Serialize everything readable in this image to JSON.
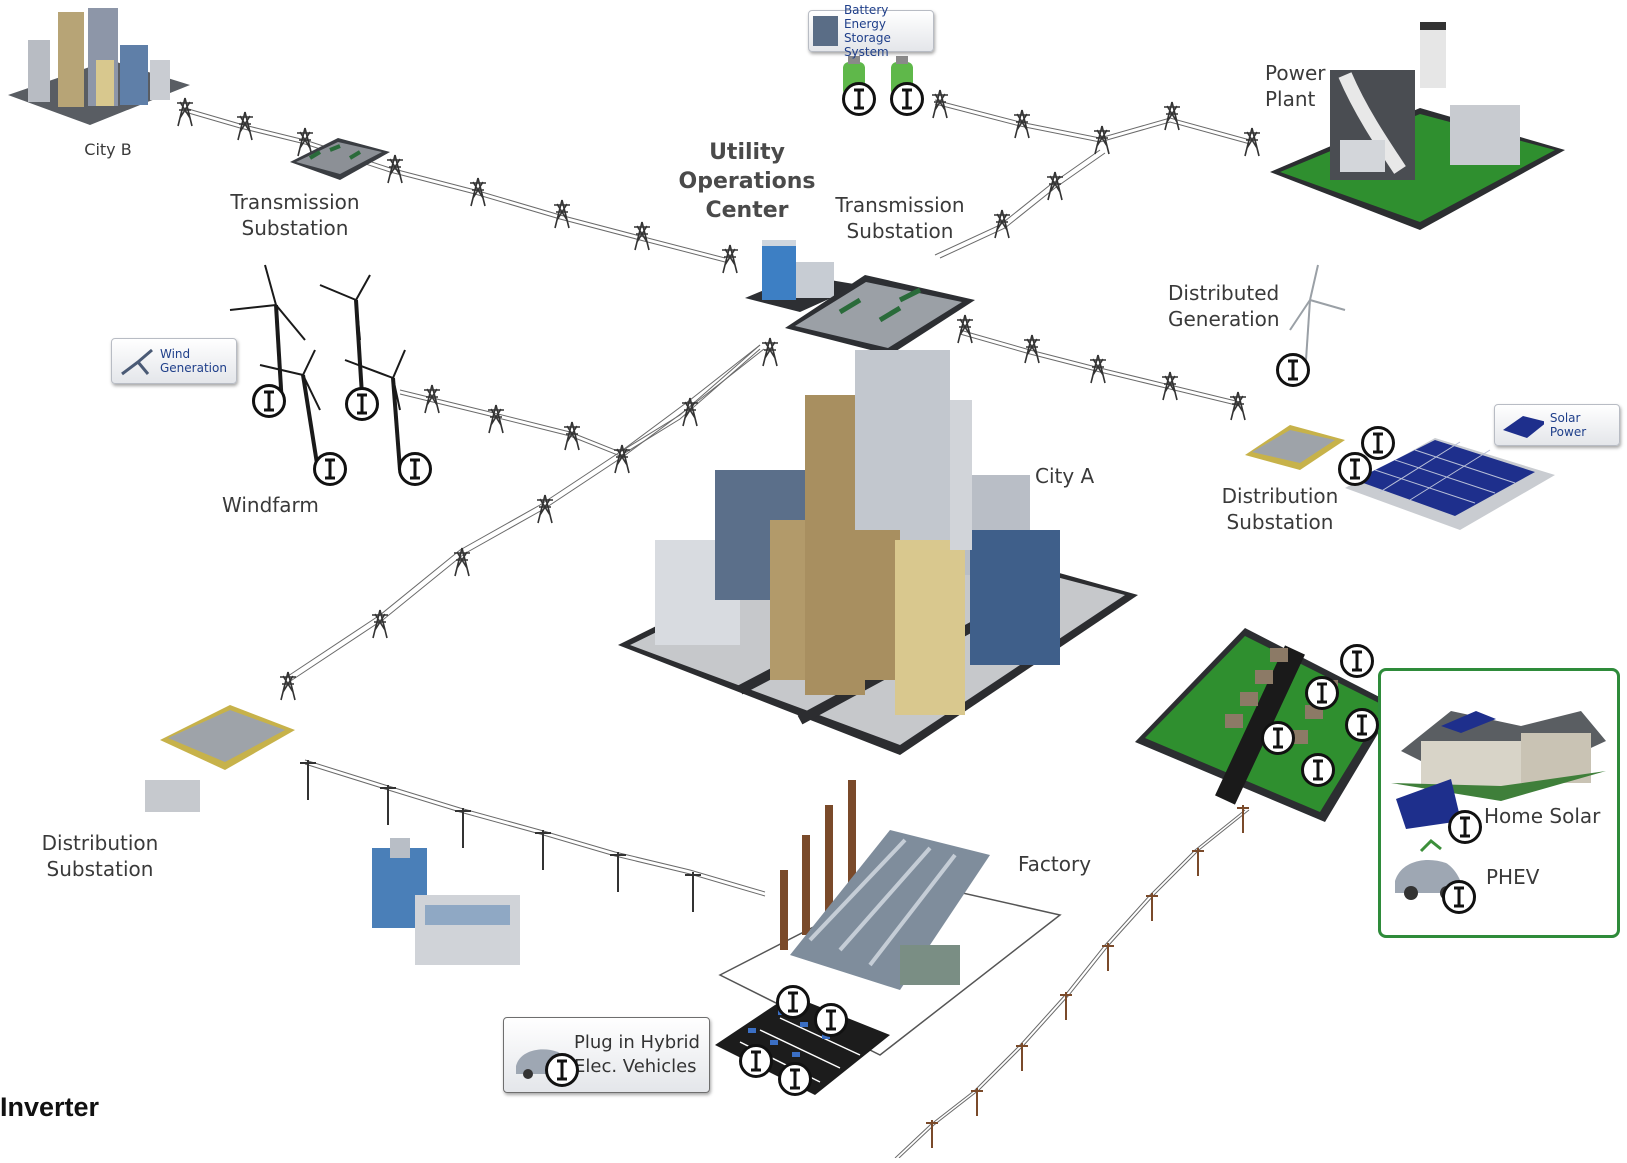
{
  "labels": {
    "city_b": "City B",
    "transmission_substation_1": "Transmission\nSubstation",
    "utility_operations_center": "Utility\nOperations\nCenter",
    "transmission_substation_2": "Transmission\nSubstation",
    "power_plant": "Power\nPlant",
    "distributed_generation": "Distributed\nGeneration",
    "windfarm": "Windfarm",
    "city_a": "City A",
    "distribution_substation_right": "Distribution\nSubstation",
    "distribution_substation_left": "Distribution\nSubstation",
    "factory": "Factory",
    "home_solar": "Home Solar",
    "phev": "PHEV"
  },
  "tags": {
    "battery": "Battery Energy\nStorage System",
    "wind": "Wind\nGeneration",
    "solar": "Solar Power",
    "plugin": "Plug in Hybrid\nElec. Vehicles"
  },
  "legend": {
    "inverter": "Inverter"
  },
  "colors": {
    "label_text": "#3a3a3a",
    "tag_text": "#1f3f8a",
    "inset_border": "#2e8b3a",
    "grass": "#2f8f2f",
    "solar_panel": "#1e2f8c",
    "building_gray": "#a7adb5",
    "building_tan": "#b9a57a",
    "road": "#1c1c1c"
  },
  "icons": [
    "inverter-icon",
    "transmission-tower-icon",
    "wind-turbine-icon",
    "solar-panel-icon",
    "battery-icon",
    "car-icon",
    "house-icon",
    "factory-icon",
    "building-icon",
    "substation-icon"
  ]
}
